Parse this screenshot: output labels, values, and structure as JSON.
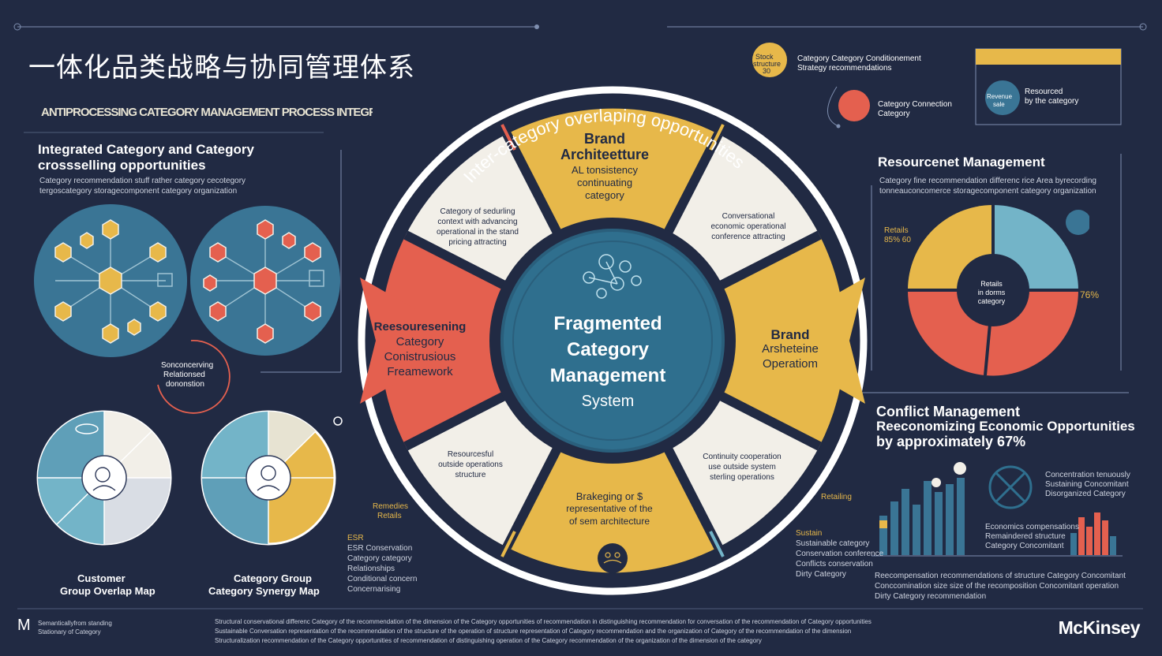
{
  "title": "一体化品类战略与协同管理体系",
  "subtitle_strip": "ANTIPROCESSING CATEGORY MANAGEMENT PROCESS INTEGRATION",
  "left": {
    "integrated_heading_line1": "Integrated Category and Category",
    "integrated_heading_line2": "crossselling opportunities",
    "integrated_body_line1": "Category recommendation stuff rather category cecotegory",
    "integrated_body_line2": "tergoscategory storagecomponent category organization",
    "middle_note_line1": "Sonconcerving",
    "middle_note_line2": "Relationsed",
    "middle_note_line3": "dononstion",
    "customer_map_line1": "Customer",
    "customer_map_line2": "Group Overlap Map",
    "category_map_line1": "Category Group",
    "category_map_line2": "Category Synergy Map"
  },
  "center": {
    "ring_label": "Inter-category overlaping opportunities",
    "core_line1": "Fragmented",
    "core_line2": "Category",
    "core_line3": "Management",
    "core_line4": "System",
    "top_segment_title1": "Brand",
    "top_segment_title2": "Architeetture",
    "top_segment_sub1": "AL tonsistency",
    "top_segment_sub2": "continuating",
    "top_segment_sub3": "category",
    "left_segment_line1": "Reesouresening",
    "left_segment_line2": "Category",
    "left_segment_line3": "Conistrusious",
    "left_segment_line4": "Freamework",
    "right_segment_line1": "Brand",
    "right_segment_line2": "Arsheteine",
    "right_segment_line3": "Operatiom",
    "bottom_segment_line1": "Brakeging or $",
    "bottom_segment_line2": "representative of the",
    "bottom_segment_line3": "of sem architecture",
    "ul_white_text_line1": "Category of sedurling",
    "ul_white_text_line2": "context with advancing",
    "ul_white_text_line3": "operational in the stand",
    "ul_white_text_line4": "pricing attracting",
    "ur_white_text_line1": "Conversational",
    "ur_white_text_line2": "economic operational",
    "ur_white_text_line3": "conference attracting",
    "ll_white_text_line1": "Resourcesful",
    "ll_white_text_line2": "outside operations",
    "ll_white_text_line3": "structure",
    "lr_white_text_line1": "Continuity cooperation",
    "lr_white_text_line2": "use outside system",
    "lr_white_text_line3": "sterling operations"
  },
  "top_right": {
    "badge_text_line1": "Stock",
    "badge_text_line2": "structure",
    "badge_text_line3": "30",
    "label_line1": "Category Category Conditionement",
    "label_line2": "Strategy recommendations",
    "red_circle_label_line1": "Category Connection",
    "red_circle_label_line2": "Category",
    "blue_circle_text_line1": "Revenue",
    "blue_circle_text_line2": "sale",
    "box_label_line1": "Resourced",
    "box_label_line2": "by the category"
  },
  "resource": {
    "heading": "Resourcenet Management",
    "body_line1": "Category fine recommendation differenc rice Area byrecording",
    "body_line2": "tonneauconcomerce storagecomponent category organization",
    "left_tag_line1": "Retails",
    "left_tag_line2": "85% 60",
    "pie_center_line1": "Retails",
    "pie_center_line2": "in dorms",
    "pie_center_line3": "category",
    "right_tag": "76%"
  },
  "conflict": {
    "heading_line1": "Conflict Management",
    "heading_line2": "Reeconomizing Economic Opportunities",
    "heading_line3": "by approximately 67%",
    "side_note_line1": "Concentration tenuously",
    "side_note_line2": "Sustaining Concomitant",
    "side_note_line3": "Disorganized Category",
    "mid_note_line1": "Economics compensations",
    "mid_note_line2": "Remaindered structure",
    "mid_note_line3": "Category Concomitant",
    "footer_line1": "Reecompensation recommendations of structure Category Concomitant",
    "footer_line2": "Conccomination size size of the recomposition Concomitant operation",
    "footer_line3": "Dirty Category recommendation"
  },
  "bottom": {
    "logo_mark": "M",
    "left_small_line1": "Semanticallyfrom standing",
    "left_small_line2": "Stationary of Category",
    "footnote_line1": "Structural conservational differenc Category of the recommendation of the dimension of the Category opportunities of recommendation in distinguishing recommendation for conversation of the recommendation of Category opportunities",
    "footnote_line2": "Sustainable Conversation representation of the recommendation of the structure of the operation of structure representation of Category recommendation and the organization of Category of the recommendation of the dimension",
    "footnote_line3": "Structuralization recommendation of the Category opportunities of recommendation of distinguishing operation of the Category recommendation of the organization of the dimension of the category",
    "left_note_line1": "ESR",
    "left_note_line2": "ESR Conservation",
    "left_note_line3": "Category category",
    "left_note_line4": "Relationships",
    "left_note_line5": "Conditional concern",
    "left_note_line6": "Concernarising",
    "right_note_line1": "Sustain",
    "right_note_line2": "Sustainable category",
    "right_note_line3": "Conservation conference",
    "right_note_line4": "Conflicts conservation",
    "right_note_line5": "Dirty Category",
    "bl_note_line1": "Remedies",
    "bl_note_line2": "Retails",
    "br_note_line1": "Retailing"
  },
  "brand": "McKinsey",
  "colors": {
    "background": "#212a43",
    "gold": "#e7b84a",
    "coral": "#e4604f",
    "teal": "#2f6f8e",
    "light_teal": "#73b4c8",
    "cream": "#f2efe8"
  }
}
